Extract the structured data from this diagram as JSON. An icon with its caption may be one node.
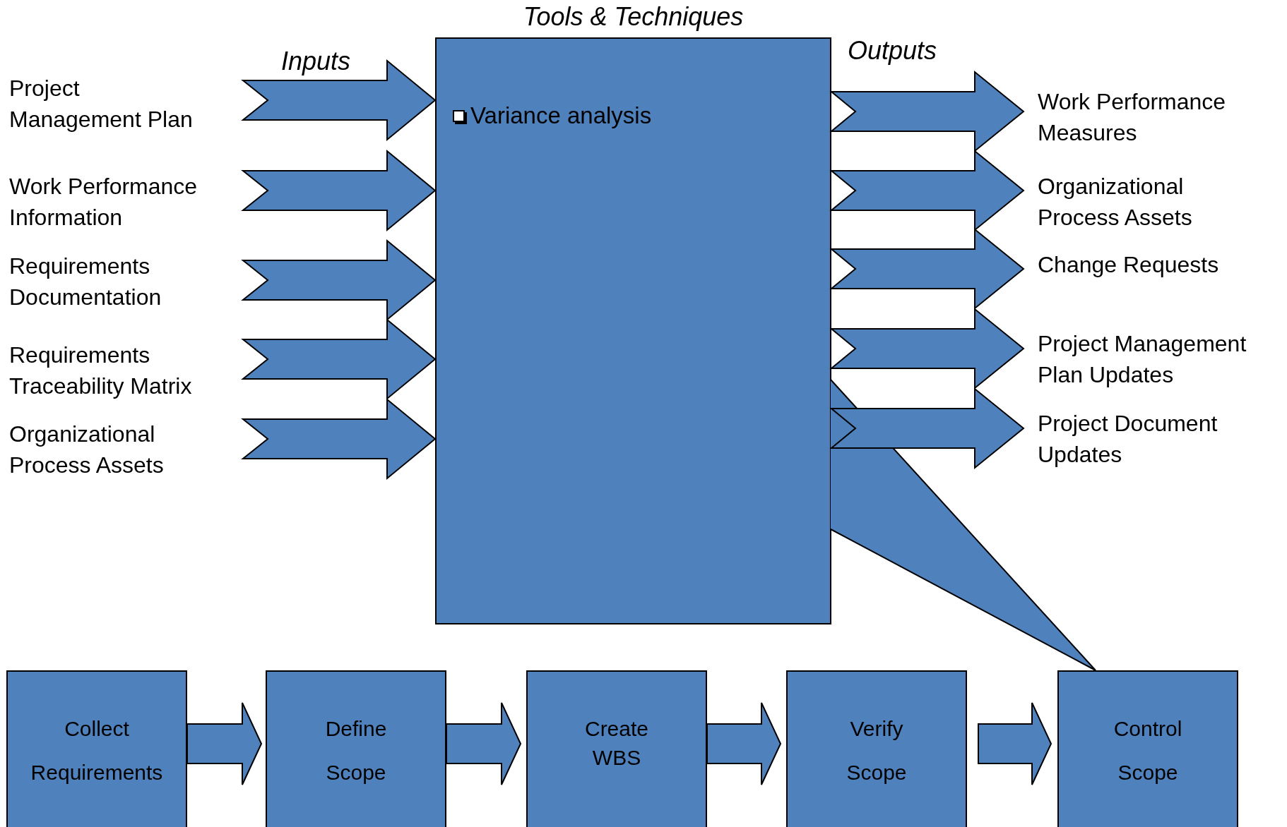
{
  "diagram": {
    "nodes": [
      {
        "text": [
          "Tools & Techniques",
          "Variance analysis"
        ]
      },
      {
        "text": [
          "Project Management Plan"
        ]
      },
      {
        "text": [
          "Work Performance Information"
        ]
      },
      {
        "text": [
          "Requirements Documentation"
        ]
      },
      {
        "text": [
          "Requirements Traceability Matrix"
        ]
      },
      {
        "text": [
          "Organizational Process Assets"
        ]
      },
      {
        "text": [
          "Work Performance Measures"
        ]
      },
      {
        "text": [
          "Organizational Process Assets"
        ]
      },
      {
        "text": [
          "Change Requests"
        ]
      },
      {
        "text": [
          "Project Management Plan Updates"
        ]
      },
      {
        "text": [
          "Project Document Updates"
        ]
      },
      {
        "text": [
          "Collect Requirements"
        ]
      },
      {
        "text": [
          "Define Scope"
        ]
      },
      {
        "text": [
          "Create WBS"
        ]
      },
      {
        "text": [
          "Verify Scope"
        ]
      },
      {
        "text": [
          "Control Scope"
        ]
      }
    ],
    "edges": [
      {
        "from": 1,
        "to": 0,
        "arrow": "to"
      },
      {
        "from": 2,
        "to": 0,
        "arrow": "to"
      },
      {
        "from": 3,
        "to": 0,
        "arrow": "to"
      },
      {
        "from": 4,
        "to": 0,
        "arrow": "to"
      },
      {
        "from": 5,
        "to": 0,
        "arrow": "to"
      },
      {
        "from": 0,
        "to": 6,
        "arrow": "to"
      },
      {
        "from": 0,
        "to": 7,
        "arrow": "to"
      },
      {
        "from": 0,
        "to": 8,
        "arrow": "to"
      },
      {
        "from": 0,
        "to": 9,
        "arrow": "to"
      },
      {
        "from": 0,
        "to": 10,
        "arrow": "to"
      },
      {
        "from": 11,
        "to": 12,
        "arrow": "to"
      },
      {
        "from": 12,
        "to": 13,
        "arrow": "to"
      },
      {
        "from": 13,
        "to": 14,
        "arrow": "to"
      },
      {
        "from": 14,
        "to": 15,
        "arrow": "to"
      }
    ],
    "labels": [
      "Inputs",
      "Outputs"
    ]
  }
}
